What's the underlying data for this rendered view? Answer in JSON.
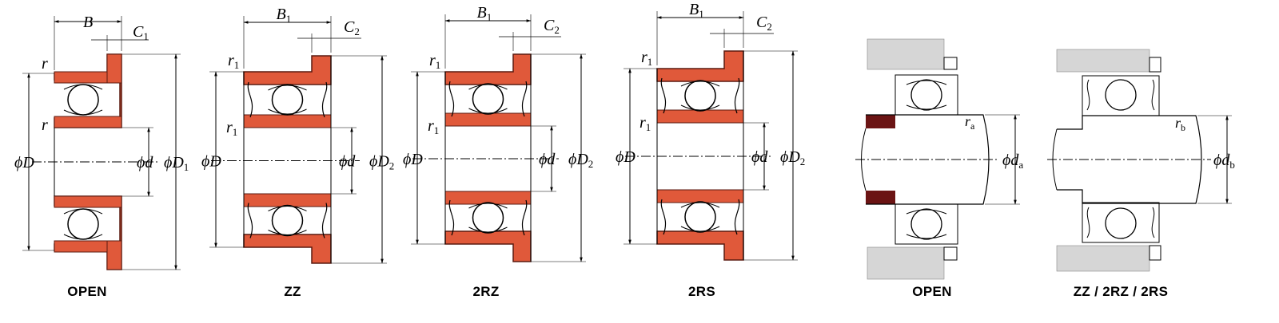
{
  "diagrams": [
    {
      "caption": "OPEN",
      "labels": {
        "width": "B",
        "chamfer": "C",
        "chamfer_sub": "1",
        "corner": "r",
        "corner_inner": "r",
        "bore": "ϕd",
        "outer": "ϕD",
        "flange": "ϕD",
        "flange_sub": "1"
      }
    },
    {
      "caption": "ZZ",
      "labels": {
        "width": "B",
        "width_sub": "1",
        "chamfer": "C",
        "chamfer_sub": "2",
        "corner": "r",
        "corner_sub": "1",
        "corner_inner": "r",
        "corner_inner_sub": "1",
        "bore": "ϕd",
        "outer": "ϕD",
        "flange": "ϕD",
        "flange_sub": "2"
      }
    },
    {
      "caption": "2RZ",
      "labels": {
        "width": "B",
        "width_sub": "1",
        "chamfer": "C",
        "chamfer_sub": "2",
        "corner": "r",
        "corner_sub": "1",
        "corner_inner": "r",
        "corner_inner_sub": "1",
        "bore": "ϕd",
        "outer": "ϕD",
        "flange": "ϕD",
        "flange_sub": "2"
      }
    },
    {
      "caption": "2RS",
      "labels": {
        "width": "B",
        "width_sub": "1",
        "chamfer": "C",
        "chamfer_sub": "2",
        "corner": "r",
        "corner_sub": "1",
        "corner_inner": "r",
        "corner_inner_sub": "1",
        "bore": "ϕd",
        "outer": "ϕD",
        "flange": "ϕD",
        "flange_sub": "2"
      }
    }
  ],
  "mounting": [
    {
      "caption": "OPEN",
      "labels": {
        "radius": "r",
        "radius_sub": "a",
        "shaft": "ϕd",
        "shaft_sub": "a"
      }
    },
    {
      "caption": "ZZ / 2RZ / 2RS",
      "labels": {
        "radius": "r",
        "radius_sub": "b",
        "shaft": "ϕd",
        "shaft_sub": "b"
      }
    }
  ],
  "colors": {
    "ring": "#e0593a",
    "ring_edge": "#5a1a10",
    "shaft_spacer": "#6b1414",
    "housing": "#d6d6d6",
    "line": "#000000"
  }
}
